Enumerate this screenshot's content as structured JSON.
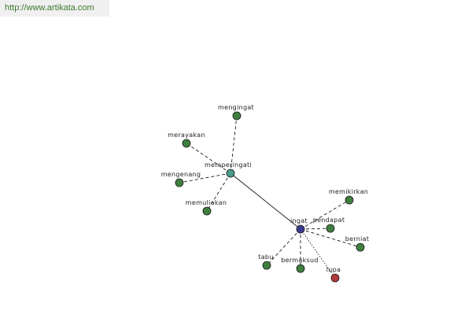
{
  "source": {
    "url": "http://www.artikata.com"
  },
  "graph": {
    "colors": {
      "word": "#3f7f3f",
      "center": "#3b3b8f",
      "hub": "#4a9a8a",
      "antonym": "#b03a3a",
      "edge": "#000000"
    },
    "nodes": [
      {
        "id": "ingat",
        "label": "ingat",
        "role": "center"
      },
      {
        "id": "memperingati",
        "label": "memperingati",
        "role": "hub"
      },
      {
        "id": "mengingat",
        "label": "mengingat",
        "role": "word"
      },
      {
        "id": "merayakan",
        "label": "merayakan",
        "role": "word"
      },
      {
        "id": "mengenang",
        "label": "mengenang",
        "role": "word"
      },
      {
        "id": "memuliakan",
        "label": "memuliakan",
        "role": "word"
      },
      {
        "id": "memikirkan",
        "label": "memikirkan",
        "role": "word"
      },
      {
        "id": "pendapat",
        "label": "pendapat",
        "role": "word"
      },
      {
        "id": "berniat",
        "label": "berniat",
        "role": "word"
      },
      {
        "id": "tabu",
        "label": "tabu",
        "role": "word"
      },
      {
        "id": "bermaksud",
        "label": "bermaksud",
        "role": "word"
      },
      {
        "id": "lupa",
        "label": "lupa",
        "role": "antonym"
      }
    ],
    "edges": [
      {
        "from": "memperingati",
        "to": "ingat",
        "style": "solid"
      },
      {
        "from": "memperingati",
        "to": "mengingat",
        "style": "dashed"
      },
      {
        "from": "memperingati",
        "to": "merayakan",
        "style": "dashed"
      },
      {
        "from": "memperingati",
        "to": "mengenang",
        "style": "dashed"
      },
      {
        "from": "memperingati",
        "to": "memuliakan",
        "style": "dashed"
      },
      {
        "from": "ingat",
        "to": "memikirkan",
        "style": "dashed"
      },
      {
        "from": "ingat",
        "to": "pendapat",
        "style": "dashed"
      },
      {
        "from": "ingat",
        "to": "berniat",
        "style": "dashed"
      },
      {
        "from": "ingat",
        "to": "tabu",
        "style": "dashed"
      },
      {
        "from": "ingat",
        "to": "bermaksud",
        "style": "dashed"
      },
      {
        "from": "ingat",
        "to": "lupa",
        "style": "dotted"
      }
    ]
  }
}
